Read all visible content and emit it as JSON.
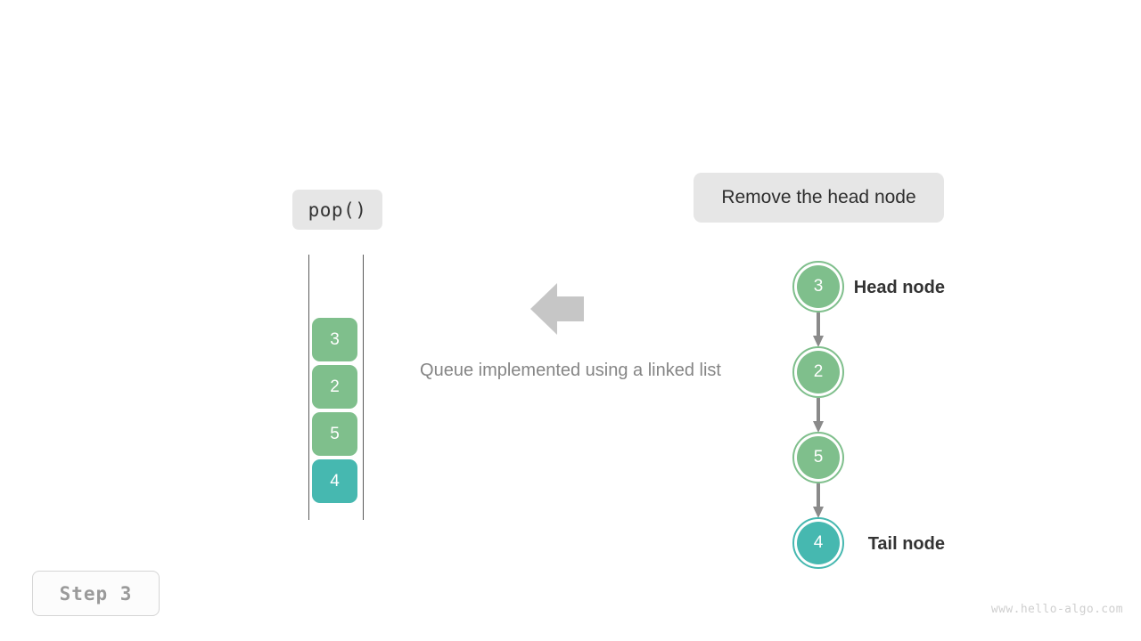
{
  "operation": {
    "label": "pop()"
  },
  "description": {
    "label": "Remove the head node"
  },
  "caption": {
    "text": "Queue implemented using a linked list"
  },
  "step": {
    "label": "Step  3"
  },
  "watermark": {
    "text": "www.hello-algo.com"
  },
  "colors": {
    "green": "#7fbf8c",
    "teal": "#46b8b0",
    "pill_bg": "#e6e6e6",
    "arrow_gray": "#c6c6c6",
    "connector_gray": "#8a8a8a",
    "rail": "#5a5a5a",
    "caption_text": "#858585",
    "step_text": "#9a9a9a",
    "watermark_text": "#cfcfcf"
  },
  "queue": {
    "title": "queue-array",
    "items": [
      {
        "value": "3",
        "color": "green"
      },
      {
        "value": "2",
        "color": "green"
      },
      {
        "value": "5",
        "color": "green"
      },
      {
        "value": "4",
        "color": "teal"
      }
    ]
  },
  "linked_list": {
    "head_label": "Head node",
    "tail_label": "Tail node",
    "nodes": [
      {
        "value": "3",
        "color": "green"
      },
      {
        "value": "2",
        "color": "green"
      },
      {
        "value": "5",
        "color": "green"
      },
      {
        "value": "4",
        "color": "teal"
      }
    ]
  },
  "chart_data": {
    "type": "diagram",
    "title": "Queue implemented using a linked list",
    "operation": "pop()",
    "annotation": "Remove the head node",
    "step": 3,
    "queue_contents": [
      "3",
      "2",
      "5",
      "4"
    ],
    "head": "3",
    "tail": "4",
    "links": [
      [
        "3",
        "2"
      ],
      [
        "2",
        "5"
      ],
      [
        "5",
        "4"
      ]
    ]
  }
}
